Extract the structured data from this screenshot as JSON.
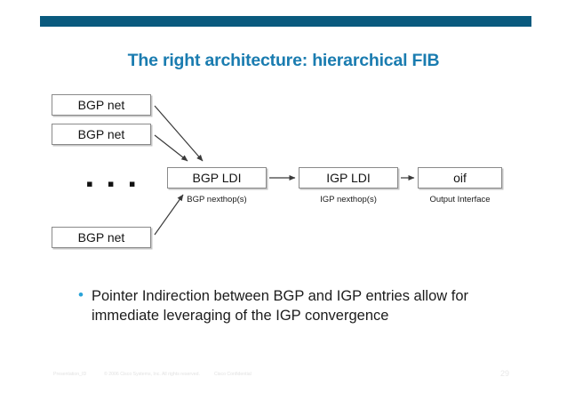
{
  "slide": {
    "title": "The right architecture: hierarchical FIB",
    "title_color": "#1a7cb0",
    "header_bar_color": "#0a5a7e",
    "background_color": "#ffffff"
  },
  "diagram": {
    "bgp_net_boxes": [
      {
        "label": "BGP net"
      },
      {
        "label": "BGP net"
      },
      {
        "label": "BGP net"
      }
    ],
    "ellipsis": "▪ ▪ ▪",
    "chain": [
      {
        "label": "BGP LDI",
        "caption": "BGP nexthop(s)"
      },
      {
        "label": "IGP LDI",
        "caption": "IGP nexthop(s)"
      },
      {
        "label": "oif",
        "caption": "Output Interface"
      }
    ],
    "box_border_color": "#8a8a8a",
    "arrow_color": "#3a3a3a"
  },
  "body": {
    "bullet_marker": "•",
    "bullet_color": "#29a3d8",
    "bullet_text": "Pointer Indirection between BGP and IGP entries allow for immediate leveraging of the IGP convergence"
  },
  "footer": {
    "presentation_id": "Presentation_ID",
    "copyright": "© 2006 Cisco Systems, Inc. All rights reserved.",
    "confidential": "Cisco Confidential",
    "page_number": "29"
  }
}
